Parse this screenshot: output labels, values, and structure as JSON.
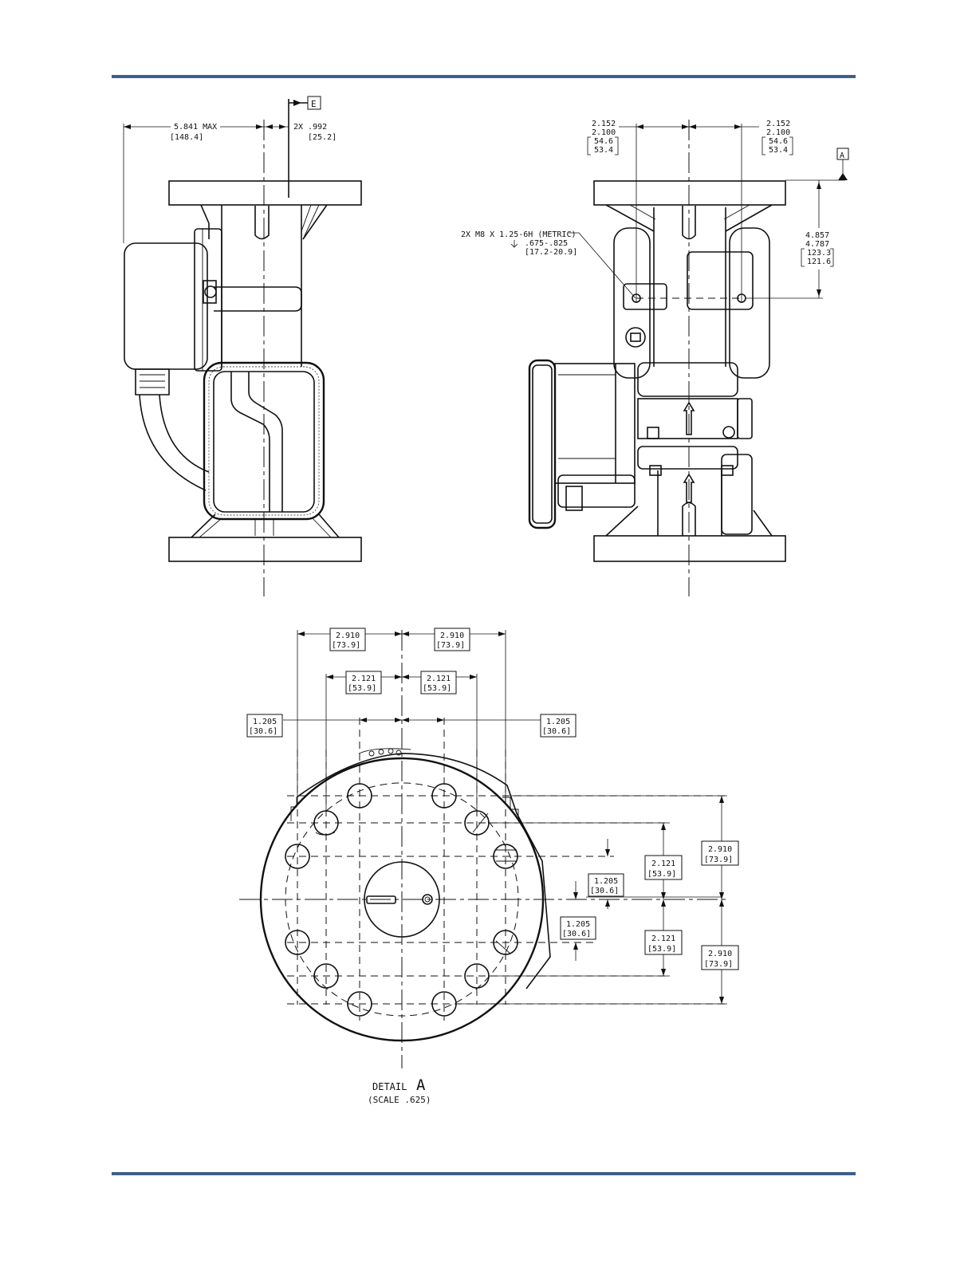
{
  "colors": {
    "rule": "#3e5f8a",
    "ink": "#111111"
  },
  "side_view": {
    "datum_e": "E",
    "width_max": "5.841 MAX",
    "width_max_mm": "[148.4]",
    "offset_label": "2X  .992",
    "offset_mm": "[25.2]"
  },
  "front_view": {
    "datum_a": "A",
    "left_dim": [
      "2.152",
      "2.100",
      "54.6",
      "53.4"
    ],
    "right_dim": [
      "2.152",
      "2.100",
      "54.6",
      "53.4"
    ],
    "thread_note": [
      "2X M8 X 1.25-6H (METRIC)",
      ".675-.825",
      "[17.2-20.9]"
    ],
    "height_dim": [
      "4.857",
      "4.787",
      "123.3",
      "121.6"
    ]
  },
  "detail": {
    "top_outer_l": [
      "2.910",
      "[73.9]"
    ],
    "top_outer_r": [
      "2.910",
      "[73.9]"
    ],
    "top_mid_l": [
      "2.121",
      "[53.9]"
    ],
    "top_mid_r": [
      "2.121",
      "[53.9]"
    ],
    "top_inner_l": [
      "1.205",
      "[30.6]"
    ],
    "top_inner_r": [
      "1.205",
      "[30.6]"
    ],
    "right_outer_top": [
      "2.910",
      "[73.9]"
    ],
    "right_outer_bot": [
      "2.910",
      "[73.9]"
    ],
    "right_mid_top": [
      "2.121",
      "[53.9]"
    ],
    "right_mid_bot": [
      "2.121",
      "[53.9]"
    ],
    "right_inner_top": [
      "1.205",
      "[30.6]"
    ],
    "right_inner_bot": [
      "1.205",
      "[30.6]"
    ],
    "title": "DETAIL",
    "title_letter": "A",
    "scale": "(SCALE   .625)"
  }
}
